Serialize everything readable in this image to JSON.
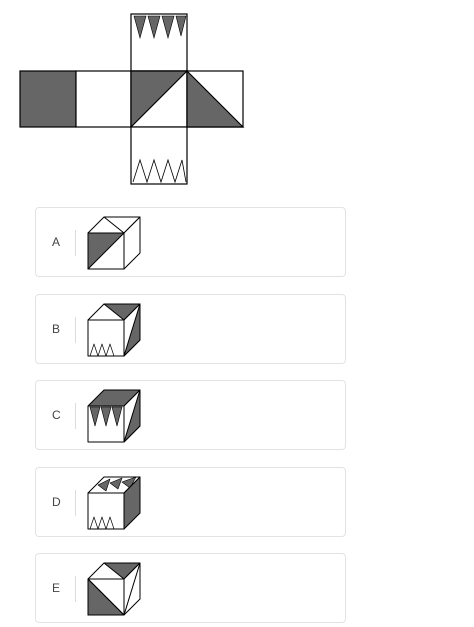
{
  "net": {
    "colors": {
      "dark": "#666666",
      "light": "#ffffff",
      "stroke": "#000000"
    }
  },
  "options": [
    {
      "label": "A"
    },
    {
      "label": "B"
    },
    {
      "label": "C"
    },
    {
      "label": "D"
    },
    {
      "label": "E"
    }
  ]
}
